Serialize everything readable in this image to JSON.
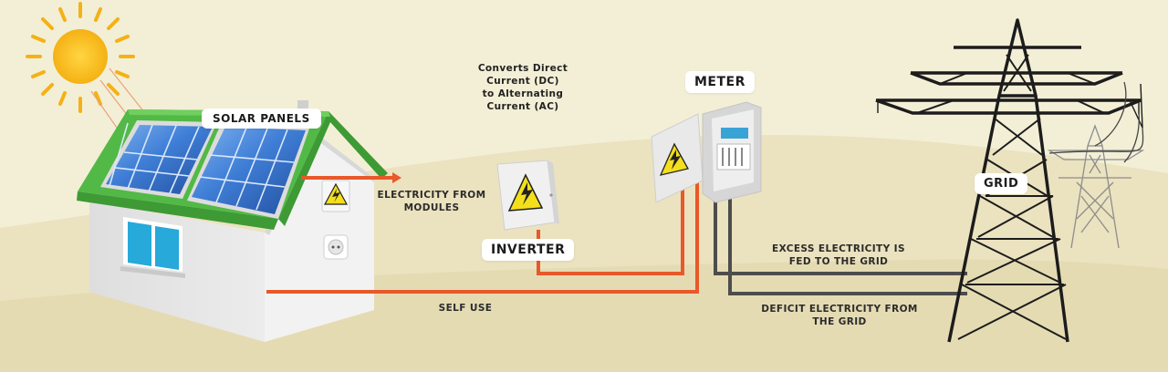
{
  "colors": {
    "background": "#f3efd6",
    "ground": "#ebe2bf",
    "roof_green": "#52b947",
    "wire_orange": "#e8582a",
    "wire_dark": "#4d4d4d",
    "sun": "#f7b918",
    "warning_yellow": "#f4df1c",
    "panel_blue": "#3f7ed6"
  },
  "labels": {
    "solar_panels": "SOLAR PANELS",
    "inverter": "INVERTER",
    "meter": "METER",
    "grid": "GRID"
  },
  "annotations": {
    "inverter_note": [
      "Converts Direct",
      "Current (DC)",
      "to Alternating",
      "Current (AC)"
    ],
    "modules": [
      "ELECTRICITY FROM",
      "MODULES"
    ],
    "self_use": "SELF USE",
    "excess": [
      "EXCESS ELECTRICITY IS",
      "FED TO THE GRID"
    ],
    "deficit": [
      "DEFICIT ELECTRICITY FROM",
      "THE GRID"
    ]
  },
  "icons": {
    "sun": "sun-icon",
    "warning": "high-voltage-warning-icon",
    "pylon": "transmission-tower-icon",
    "socket": "power-socket-icon"
  }
}
